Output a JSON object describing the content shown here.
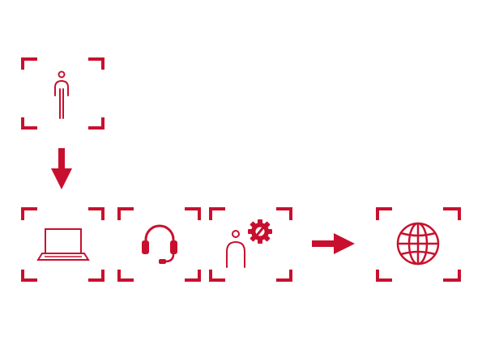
{
  "diagram": {
    "accent_color": "#c8102e",
    "background_color": "#ffffff",
    "nodes": [
      {
        "id": "user",
        "icon": "person-icon"
      },
      {
        "id": "laptop",
        "icon": "laptop-icon"
      },
      {
        "id": "support",
        "icon": "headset-icon"
      },
      {
        "id": "technician",
        "icon": "person-gear-icon"
      },
      {
        "id": "web",
        "icon": "globe-icon"
      }
    ],
    "connectors": [
      {
        "from": "user",
        "to": "laptop",
        "icon": "arrow-down-icon"
      },
      {
        "from": "technician",
        "to": "web",
        "icon": "arrow-right-icon"
      }
    ]
  }
}
